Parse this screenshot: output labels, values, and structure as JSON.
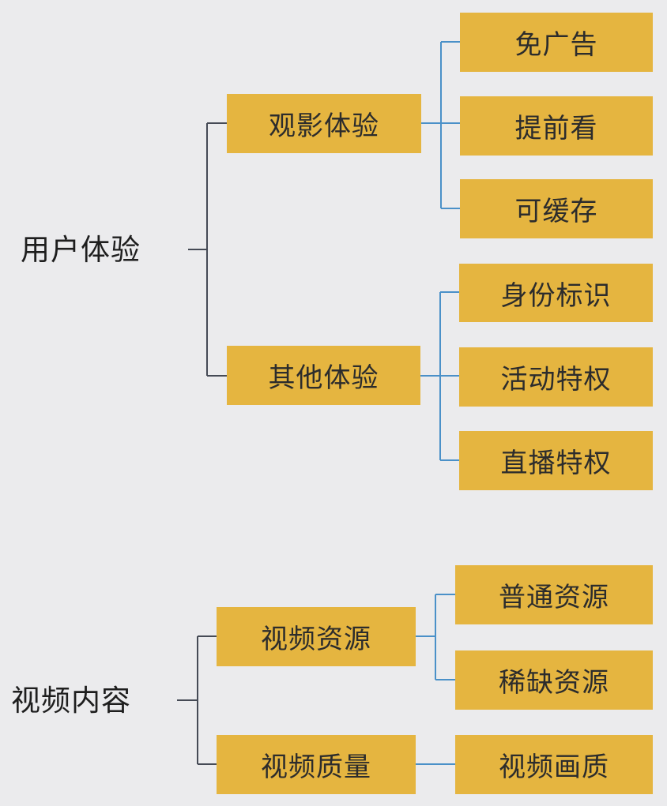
{
  "trees": [
    {
      "label": "用户体验",
      "children": [
        {
          "label": "观影体验",
          "children": [
            {
              "label": "免广告"
            },
            {
              "label": "提前看"
            },
            {
              "label": "可缓存"
            }
          ]
        },
        {
          "label": "其他体验",
          "children": [
            {
              "label": "身份标识"
            },
            {
              "label": "活动特权"
            },
            {
              "label": "直播特权"
            }
          ]
        }
      ]
    },
    {
      "label": "视频内容",
      "children": [
        {
          "label": "视频资源",
          "children": [
            {
              "label": "普通资源"
            },
            {
              "label": "稀缺资源"
            }
          ]
        },
        {
          "label": "视频质量",
          "children": [
            {
              "label": "视频画质"
            }
          ]
        }
      ]
    }
  ],
  "colors": {
    "background": "#ebebed",
    "node_fill": "#e5b540",
    "connector": "#4a90c8",
    "root_connector": "#454a55"
  }
}
